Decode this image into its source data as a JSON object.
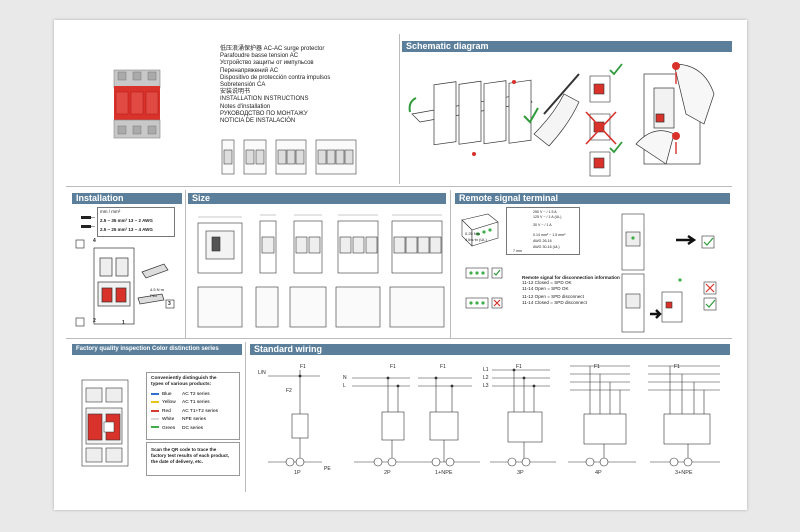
{
  "product": {
    "lines": [
      "低压浪涌保护器 AC-AC surge protector",
      "Parafoudre basse tension AC",
      "Устройство защиты от импульсов",
      "Перенапряжений AC",
      "Dispositivo de protección contra impulsos",
      "Sobretensión CA",
      "安装说明书",
      "INSTALLATION INSTRUCTIONS",
      "Notes d'installation",
      "РУКОВОДСТВО ПО МОНТАЖУ",
      "NOTICIA DE INSTALACIÓN"
    ]
  },
  "sections": {
    "schematic": "Schematic diagram",
    "installation": "Installation",
    "size": "Size",
    "remote": "Remote signal terminal",
    "factory": "Factory quality inspection  Color distinction series",
    "wiring": "Standard wiring"
  },
  "installation": {
    "table_header": "mm / mm²",
    "row1": "2.5 ~ 35 mm²  13 ~ 2 AWG",
    "row2": "2.5 ~ 25 mm²  13 ~ 4 AWG",
    "torque": "4.5 N·m",
    "pz": "PZ2",
    "step4": "4",
    "step2": "2",
    "step3": "3",
    "step1": "1"
  },
  "remote": {
    "spec1": "250 V ~ / 1.5 A",
    "spec2": "125 V ~ / 1 A (UL)",
    "spec3": "30 V ~ / 1 A",
    "spec4": "0.14 mm² ~ 1.5 mm²",
    "spec5": "AWG 26-16",
    "spec6": "AWG 30-16 (UL)",
    "torque": "0.25 Nm",
    "torque2": "4 lbs·in (UL)",
    "strip": "7 mm",
    "title": "Remote signal for disconnection information",
    "l1": "11-12 Closed = SPD OK",
    "l2": "11-14 Open = SPD OK",
    "l3": "11-12 Open = SPD disconnect",
    "l4": "11-14 Closed = SPD disconnect"
  },
  "factory": {
    "intro1": "Conveniently distinguish the",
    "intro2": "types of various products:",
    "colors": [
      {
        "name": "Blue",
        "desc": "AC T2 series",
        "color": "#2f6fd0"
      },
      {
        "name": "Yellow",
        "desc": "AC T1 series",
        "color": "#e6c21a"
      },
      {
        "name": "Red",
        "desc": "AC T1+T2 series",
        "color": "#d23b2f"
      },
      {
        "name": "White",
        "desc": "NPE series",
        "color": "#d9d9d9"
      },
      {
        "name": "Green",
        "desc": "DC series",
        "color": "#3fae49"
      }
    ],
    "qr1": "Scan the QR code to trace the",
    "qr2": "factory test results of each product,",
    "qr3": "the date of delivery, etc."
  },
  "wiring": {
    "labels": [
      "1P",
      "2P",
      "1+NPE",
      "3P",
      "4P",
      "3+NPE"
    ],
    "ln": "L/N",
    "f1": "F1",
    "f2": "F2",
    "pe": "PE",
    "n": "N",
    "l": "L",
    "l1": "L1",
    "l2": "L2",
    "l3": "L3"
  },
  "colors": {
    "header": "#5b7f9b",
    "device_red": "#d8322b",
    "check": "#2e9b3a",
    "cross": "#d8322b"
  }
}
